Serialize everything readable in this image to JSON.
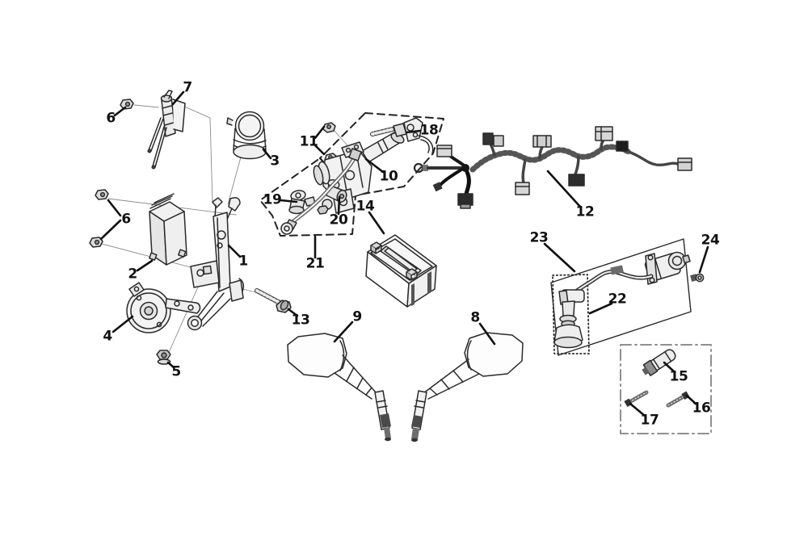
{
  "figure": {
    "kind": "exploded-parts-diagram",
    "subject": "Motorcycle electrical parts (mirrors, battery, horn, wire harness, ignition coil, CDI unit, master cylinder)",
    "background_color": "#ffffff",
    "line_color": "#1a1a1a",
    "part_numbers": [
      "1",
      "2",
      "3",
      "4",
      "5",
      "6",
      "7",
      "8",
      "9",
      "10",
      "11",
      "12",
      "13",
      "14",
      "15",
      "16",
      "17",
      "18",
      "19",
      "20",
      "21",
      "22",
      "23",
      "24"
    ],
    "callouts": [
      {
        "id": "callout-7",
        "ref": "7"
      },
      {
        "id": "callout-6-top",
        "ref": "6"
      },
      {
        "id": "callout-3",
        "ref": "3"
      },
      {
        "id": "callout-11",
        "ref": "11"
      },
      {
        "id": "callout-18",
        "ref": "18"
      },
      {
        "id": "callout-10",
        "ref": "10"
      },
      {
        "id": "callout-12",
        "ref": "12"
      },
      {
        "id": "callout-19",
        "ref": "19"
      },
      {
        "id": "callout-20",
        "ref": "20"
      },
      {
        "id": "callout-14",
        "ref": "14"
      },
      {
        "id": "callout-6-mid",
        "ref": "6"
      },
      {
        "id": "callout-1",
        "ref": "1"
      },
      {
        "id": "callout-2",
        "ref": "2"
      },
      {
        "id": "callout-21",
        "ref": "21"
      },
      {
        "id": "callout-23",
        "ref": "23"
      },
      {
        "id": "callout-24",
        "ref": "24"
      },
      {
        "id": "callout-22",
        "ref": "22"
      },
      {
        "id": "callout-4",
        "ref": "4"
      },
      {
        "id": "callout-13",
        "ref": "13"
      },
      {
        "id": "callout-5",
        "ref": "5"
      },
      {
        "id": "callout-9",
        "ref": "9"
      },
      {
        "id": "callout-8",
        "ref": "8"
      },
      {
        "id": "callout-15",
        "ref": "15"
      },
      {
        "id": "callout-16",
        "ref": "16"
      },
      {
        "id": "callout-17",
        "ref": "17"
      }
    ]
  }
}
